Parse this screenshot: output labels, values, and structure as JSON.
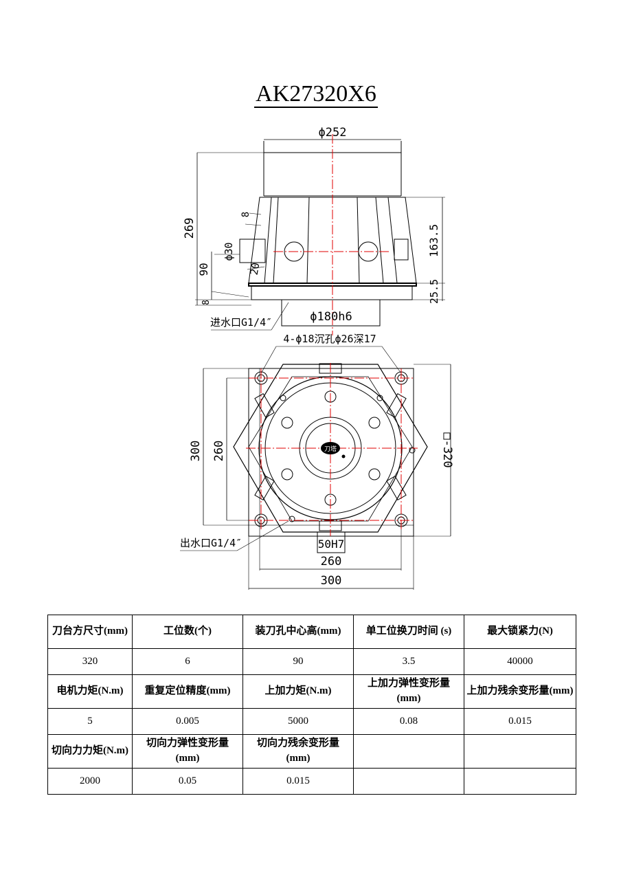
{
  "title": "AK27320X6",
  "drawing": {
    "side_view": {
      "dim_top_diameter": "ϕ252",
      "dim_height": "269",
      "dim_8_top": "8",
      "dim_30": "ϕ30",
      "dim_20": "20",
      "dim_90": "90",
      "dim_8_bottom": "8",
      "dim_163_5": "163.5",
      "dim_25_5": "25.5",
      "dim_base_diameter": "ϕ180h6",
      "water_inlet": "进水口G1/4″"
    },
    "plan_view": {
      "holes_note": "4-ϕ18沉孔ϕ26深17",
      "dim_300_left": "300",
      "dim_260_left": "260",
      "dim_square": "□-320",
      "keyway": "50H7",
      "dim_260_bottom": "260",
      "dim_300_bottom": "300",
      "water_outlet": "出水口G1/4″"
    }
  },
  "specs": {
    "row1_headers": [
      "刀台方尺寸(mm)",
      "工位数(个)",
      "装刀孔中心高(mm)",
      "单工位换刀时间 (s)",
      "最大锁紧力(N)"
    ],
    "row1_values": [
      "320",
      "6",
      "90",
      "3.5",
      "40000"
    ],
    "row2_headers": [
      "电机力矩(N.m)",
      "重复定位精度(mm)",
      "上加力矩(N.m)",
      "上加力弹性变形量(mm)",
      "上加力残余变形量(mm)"
    ],
    "row2_values": [
      "5",
      "0.005",
      "5000",
      "0.08",
      "0.015"
    ],
    "row3_headers": [
      "切向力力矩(N.m)",
      "切向力弹性变形量(mm)",
      "切向力残余变形量(mm)",
      "",
      ""
    ],
    "row3_values": [
      "2000",
      "0.05",
      "0.015",
      "",
      ""
    ]
  }
}
